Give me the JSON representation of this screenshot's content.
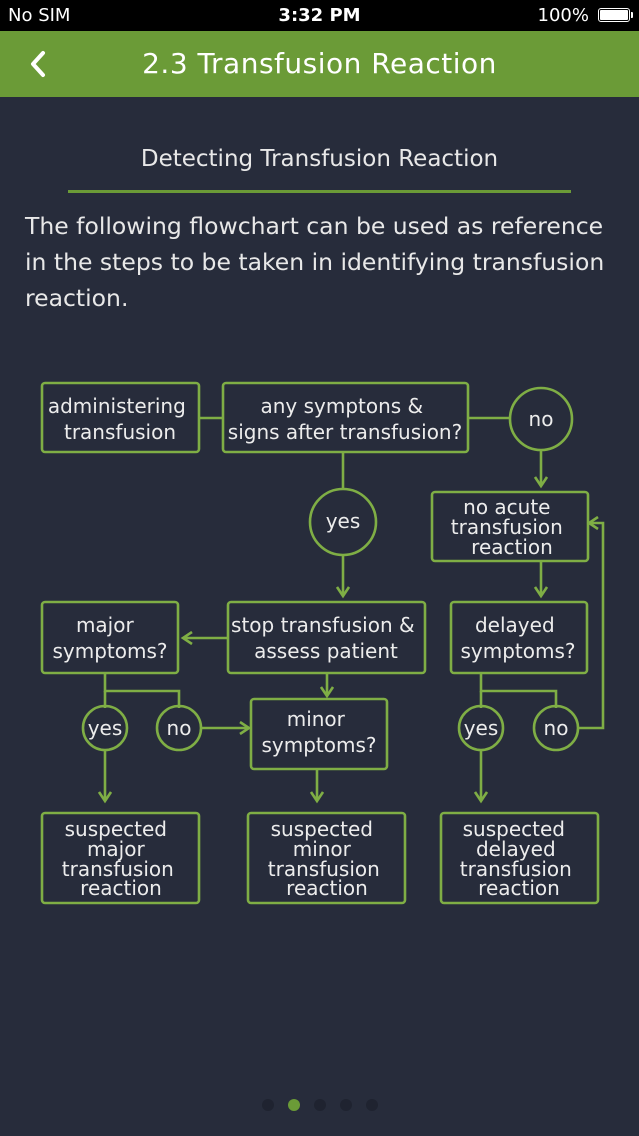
{
  "status_bar": {
    "carrier": "No SIM",
    "time": "3:32 PM",
    "battery": "100%"
  },
  "nav": {
    "title": "2.3 Transfusion Reaction",
    "back_icon": "chevron-left-icon"
  },
  "section": {
    "heading": "Detecting Transfusion Reaction",
    "intro": "The following flowchart can be used as reference in the steps to be taken in identifying transfusion reaction."
  },
  "flowchart": {
    "administering": [
      "administering",
      "transfusion"
    ],
    "any_symptoms": [
      "any symptons &",
      "signs after transfusion?"
    ],
    "no_top": "no",
    "yes_top": "yes",
    "no_acute": [
      "no acute",
      "transfusion",
      "reaction"
    ],
    "stop": [
      "stop transfusion &",
      "assess patient"
    ],
    "major": [
      "major",
      "symptoms?"
    ],
    "delayed": [
      "delayed",
      "symptoms?"
    ],
    "yes_major": "yes",
    "no_major": "no",
    "minor": [
      "minor",
      "symptoms?"
    ],
    "yes_delayed": "yes",
    "no_delayed": "no",
    "susp_major": [
      "suspected",
      "major",
      "transfusion",
      "reaction"
    ],
    "susp_minor": [
      "suspected",
      "minor",
      "transfusion",
      "reaction"
    ],
    "susp_delayed": [
      "suspected",
      "delayed",
      "transfusion",
      "reaction"
    ]
  },
  "pager": {
    "count": 5,
    "active": 2
  },
  "colors": {
    "accent": "#6b9b37",
    "background": "#272c3b",
    "node_stroke": "#7fae45"
  }
}
